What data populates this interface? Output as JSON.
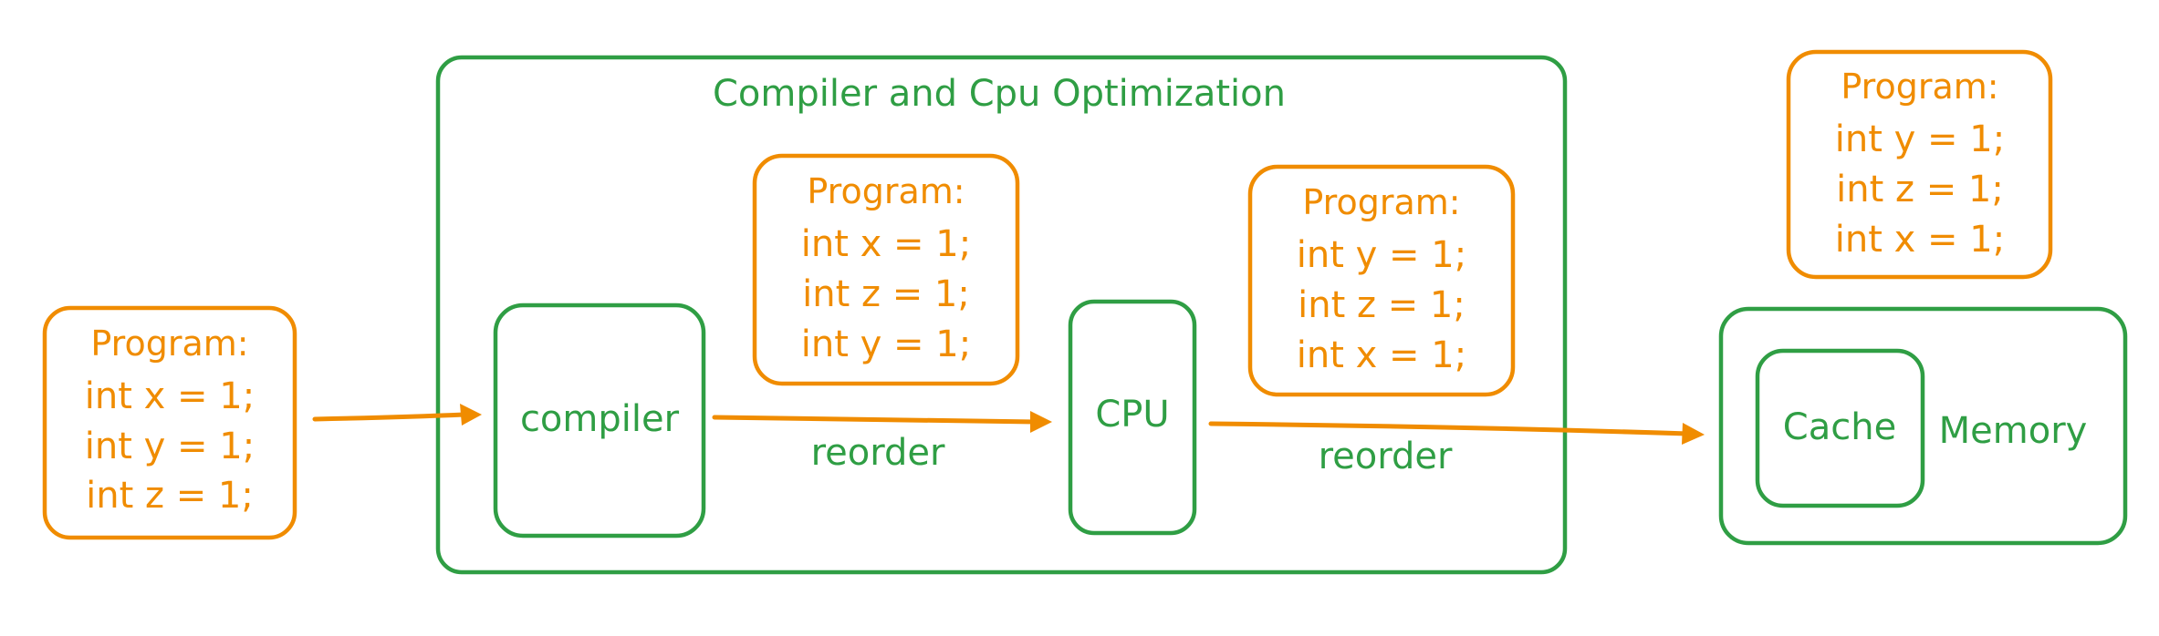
{
  "colors": {
    "green": "#2f9e44",
    "orange": "#f08c00"
  },
  "optimization_group": {
    "title": "Compiler and Cpu Optimization"
  },
  "nodes": {
    "compiler": {
      "label": "compiler"
    },
    "cpu": {
      "label": "CPU"
    },
    "memory": {
      "label": "Memory"
    },
    "cache": {
      "label": "Cache"
    }
  },
  "edges": {
    "compiler_to_cpu": {
      "label": "reorder"
    },
    "cpu_to_memory": {
      "label": "reorder"
    }
  },
  "programs": {
    "source": {
      "heading": "Program:",
      "lines": [
        "int x = 1;",
        "int y = 1;",
        "int z = 1;"
      ]
    },
    "after_compiler": {
      "heading": "Program:",
      "lines": [
        "int x = 1;",
        "int z = 1;",
        "int y = 1;"
      ]
    },
    "after_cpu": {
      "heading": "Program:",
      "lines": [
        "int y = 1;",
        "int z = 1;",
        "int x = 1;"
      ]
    },
    "in_memory": {
      "heading": "Program:",
      "lines": [
        "int y = 1;",
        "int z = 1;",
        "int x = 1;"
      ]
    }
  }
}
